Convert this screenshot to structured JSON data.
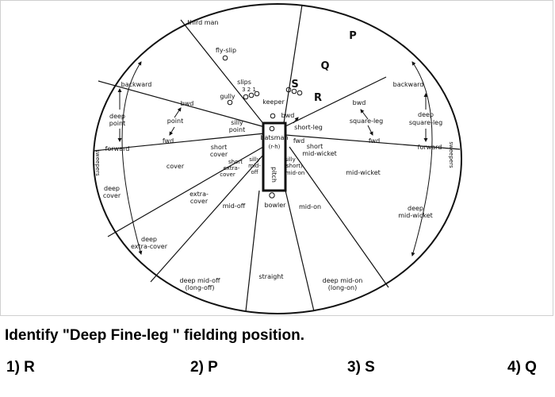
{
  "diagram": {
    "regions": {
      "third_man": "third man",
      "fly_slip": "fly-slip",
      "slips": "slips",
      "slip_numbers": "3 2 1",
      "gully": "gully",
      "keeper": "keeper",
      "batsman": "batsman",
      "handedness": "(r-h)",
      "pitch": "pitch",
      "bowler": "bowler",
      "backward_left": "backward",
      "backward_right": "backward",
      "deep_point_1": "deep",
      "deep_point_2": "point",
      "forward_left": "forward",
      "forward_right": "forward",
      "sweepers_left": "sweepers",
      "sweepers_right": "sweepers",
      "bwd_point": "bwd",
      "point": "point",
      "fwd_point": "fwd",
      "silly_point_1": "silly",
      "silly_point_2": "point",
      "bwd_short_leg": "bwd",
      "short_leg": "short-leg",
      "fwd_short_leg": "fwd",
      "bwd_square_leg": "bwd",
      "square_leg": "square-leg",
      "fwd_square_leg": "fwd",
      "deep_square_leg_1": "deep",
      "deep_square_leg_2": "square-leg",
      "short_cover_1": "short",
      "short_cover_2": "cover",
      "short_extra_cover_1": "short",
      "short_extra_cover_2": "extra-",
      "short_extra_cover_3": "cover",
      "silly_mid_off_1": "silly",
      "silly_mid_off_2": "mid-",
      "silly_mid_off_3": "off",
      "silly_short_mid_on_1": "silly",
      "silly_short_mid_on_2": "(short)",
      "silly_short_mid_on_3": "mid-on",
      "short_mid_wicket_1": "short",
      "short_mid_wicket_2": "mid-wicket",
      "cover": "cover",
      "deep_cover_1": "deep",
      "deep_cover_2": "cover",
      "extra_cover_1": "extra-",
      "extra_cover_2": "cover",
      "mid_off": "mid-off",
      "mid_on": "mid-on",
      "mid_wicket": "mid-wicket",
      "deep_mid_wicket_1": "deep",
      "deep_mid_wicket_2": "mid-wicket",
      "deep_extra_cover_1": "deep",
      "deep_extra_cover_2": "extra-cover",
      "deep_mid_off_1": "deep mid-off",
      "deep_mid_off_2": "(long-off)",
      "straight": "straight",
      "deep_mid_on_1": "deep mid-on",
      "deep_mid_on_2": "(long-on)"
    },
    "markers": {
      "P": "P",
      "Q": "Q",
      "S": "S",
      "R": "R"
    }
  },
  "question": "Identify \"Deep Fine-leg \" fielding position.",
  "options": [
    {
      "label": "1) R"
    },
    {
      "label": "2) P"
    },
    {
      "label": "3) S"
    },
    {
      "label": "4) Q"
    }
  ]
}
